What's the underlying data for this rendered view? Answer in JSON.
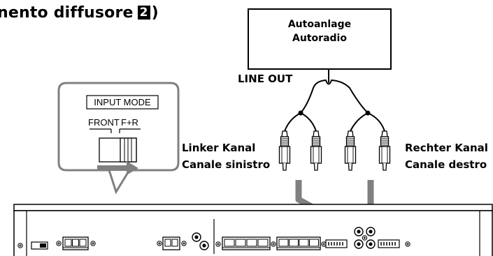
{
  "title": {
    "text": "nento diffusore",
    "badge": "2",
    "close": ")"
  },
  "car_stereo": {
    "line1": "Autoanlage",
    "line2": "Autoradio"
  },
  "line_out": "LINE OUT",
  "left_channel": {
    "line1": "Linker Kanal",
    "line2": "Canale sinistro"
  },
  "right_channel": {
    "line1": "Rechter Kanal",
    "line2": "Canale destro"
  },
  "input_mode": {
    "label": "INPUT MODE",
    "front": "FRONT",
    "fr": "F+R"
  },
  "colors": {
    "arrow": "#808080",
    "line": "#000000"
  }
}
